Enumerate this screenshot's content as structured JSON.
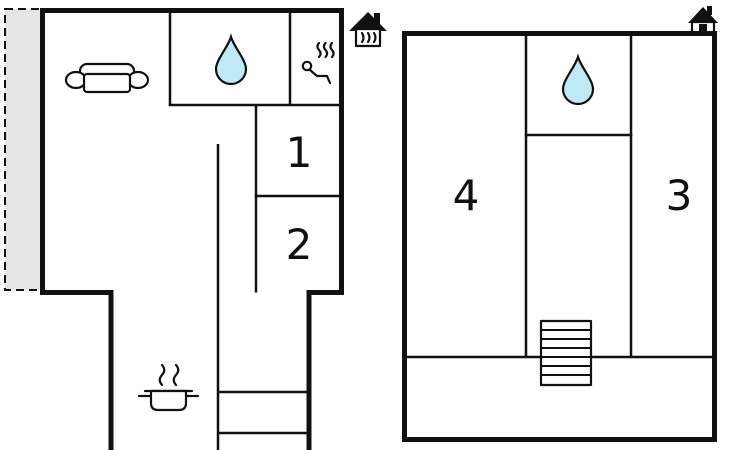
{
  "background": "#ffffff",
  "colors": {
    "wall": "#111111",
    "water_drop_fill": "#bfe9f4",
    "terrace_fill": "#e4e4e4",
    "label_text": "#111111"
  },
  "ground_floor": {
    "rooms": {
      "r1": "1",
      "r2": "2"
    },
    "icons": [
      "terrace-dashed-area",
      "sofa-icon",
      "water-drop-icon",
      "sauna-icon",
      "ladder-stairs-icon",
      "cooking-pot-icon"
    ]
  },
  "upper_floor": {
    "rooms": {
      "r3": "3",
      "r4": "4"
    },
    "icons": [
      "water-drop-icon",
      "stairs-icon"
    ]
  },
  "legend_icons": [
    "house-heating-icon",
    "house-icon"
  ]
}
